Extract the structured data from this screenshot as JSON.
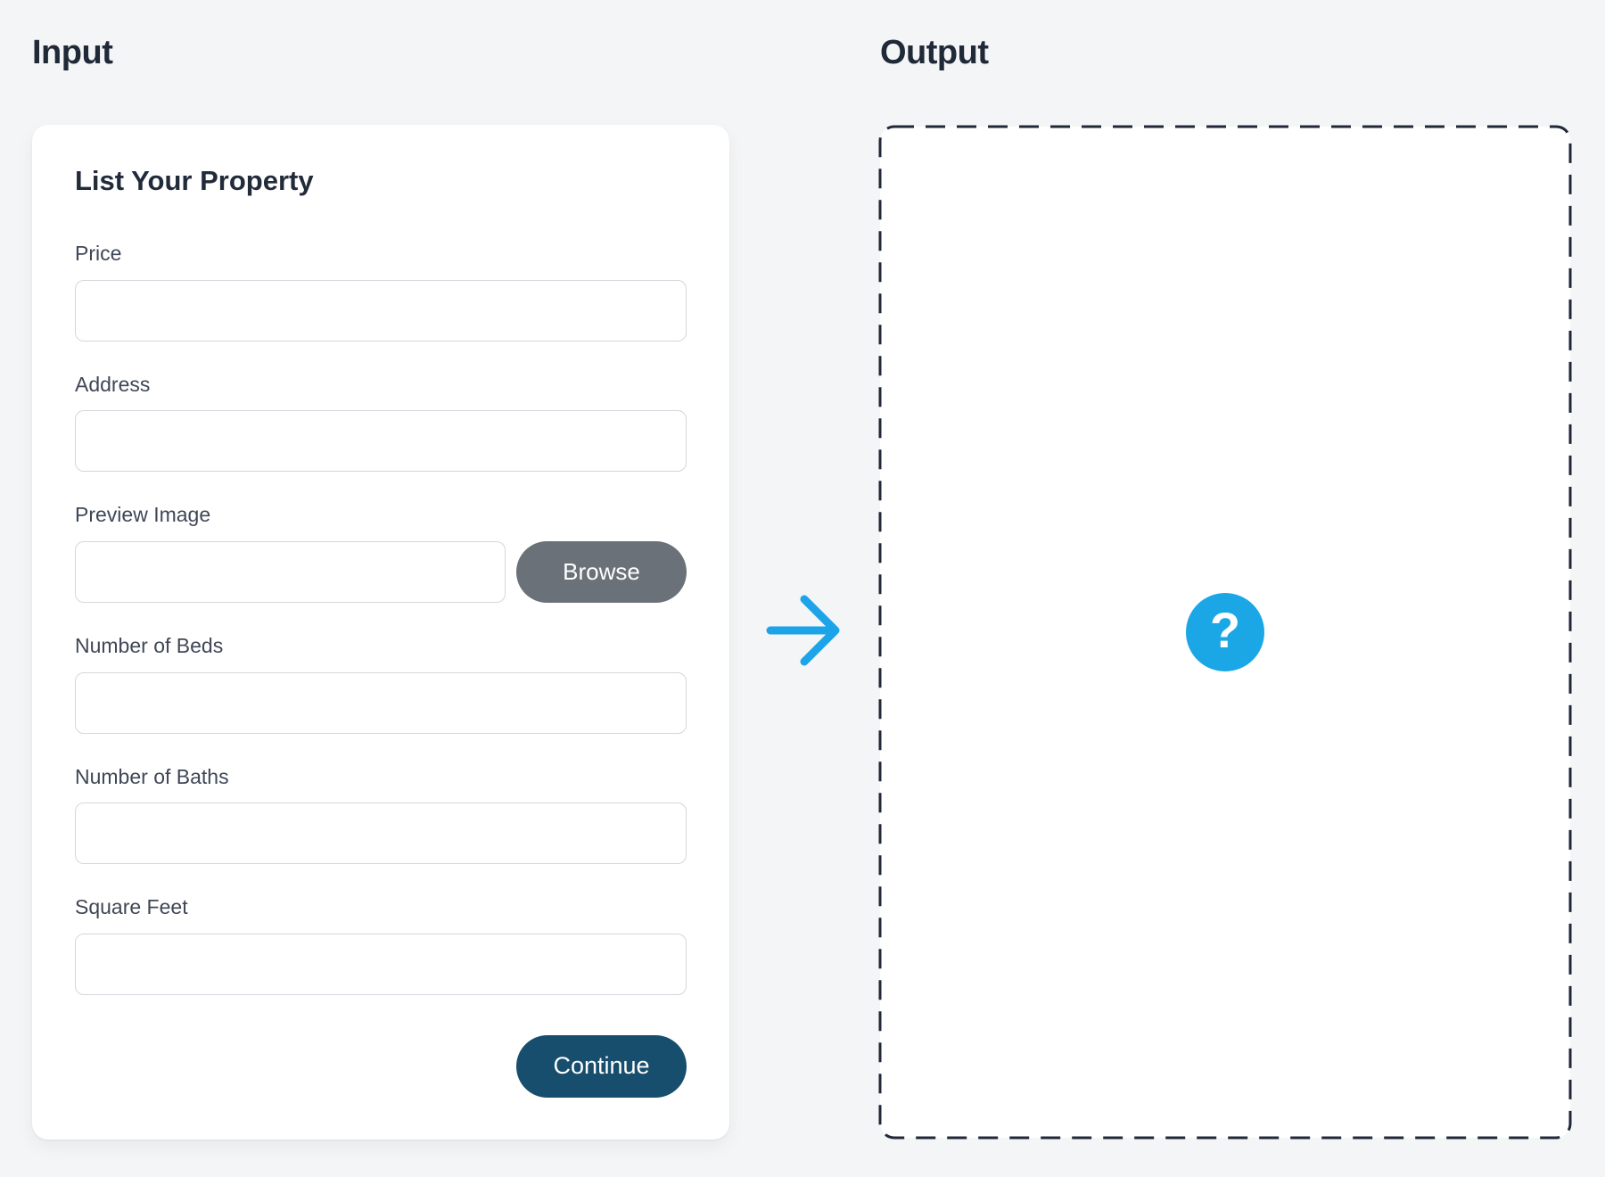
{
  "page": {
    "background": "#f4f5f6"
  },
  "input_section": {
    "heading": "Input",
    "card": {
      "title": "List Your Property",
      "fields": [
        {
          "id": "price",
          "label": "Price",
          "value": ""
        },
        {
          "id": "address",
          "label": "Address",
          "value": ""
        },
        {
          "id": "preview-image",
          "label": "Preview Image",
          "value": "",
          "browse_label": "Browse"
        },
        {
          "id": "beds",
          "label": "Number of Beds",
          "value": ""
        },
        {
          "id": "baths",
          "label": "Number of Baths",
          "value": ""
        },
        {
          "id": "sqft",
          "label": "Square Feet",
          "value": ""
        }
      ],
      "continue_label": "Continue"
    }
  },
  "connector": {
    "icon": "arrow-right-icon",
    "color": "#1da3e8"
  },
  "output_section": {
    "heading": "Output",
    "placeholder": {
      "icon": "question-mark-icon",
      "symbol": "?",
      "color": "#1ba7e6"
    }
  },
  "colors": {
    "background": "#f4f5f6",
    "card": "#ffffff",
    "heading_text": "#202938",
    "label_text": "#3f4756",
    "input_border": "#d4d7dc",
    "browse_button": "#6b7178",
    "continue_button": "#174e6d",
    "accent_blue": "#1da3e8",
    "dash_border": "#212938",
    "dropzone_fill": "#ffffff"
  }
}
